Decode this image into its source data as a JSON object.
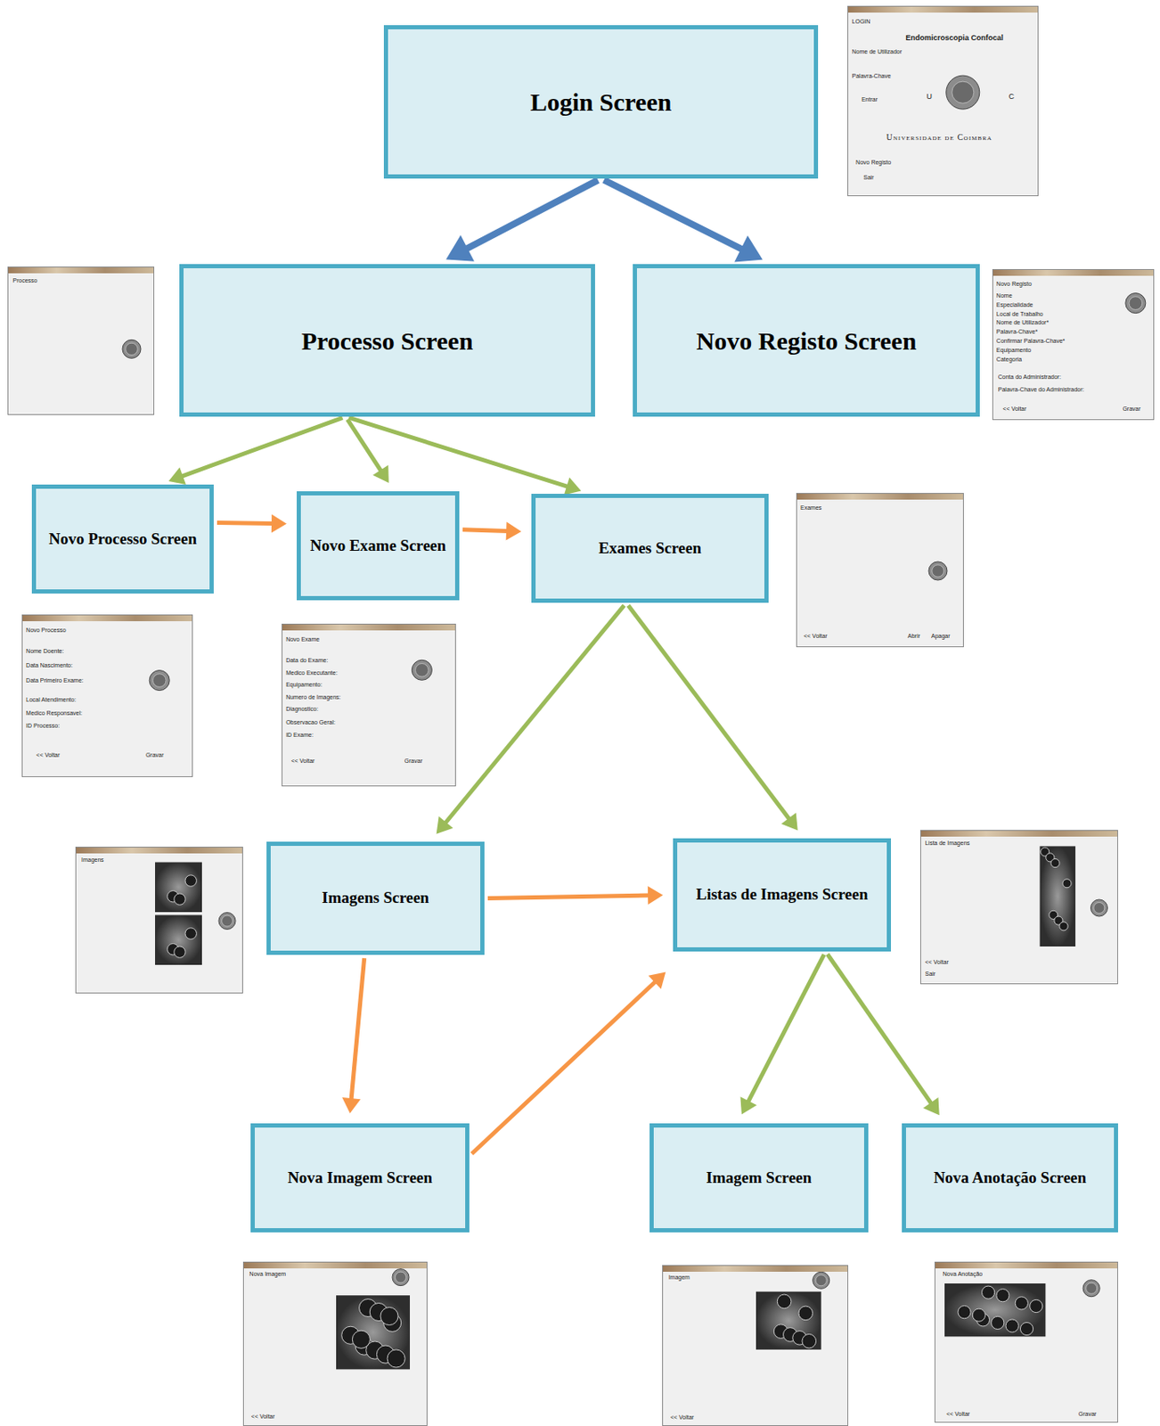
{
  "diagram": {
    "nodes": [
      {
        "text": [
          "Login Screen"
        ]
      },
      {
        "text": [
          "Processo Screen"
        ]
      },
      {
        "text": [
          "Novo Registo Screen"
        ]
      },
      {
        "text": [
          "Novo Processo Screen"
        ]
      },
      {
        "text": [
          "Novo Exame Screen"
        ]
      },
      {
        "text": [
          "Exames Screen"
        ]
      },
      {
        "text": [
          "Imagens Screen"
        ]
      },
      {
        "text": [
          "Listas de Imagens Screen"
        ]
      },
      {
        "text": [
          "Nova Imagem Screen"
        ]
      },
      {
        "text": [
          "Imagem Screen"
        ]
      },
      {
        "text": [
          "Nova Anotação Screen"
        ]
      }
    ],
    "edges": [
      {
        "from": 0,
        "to": 1,
        "arrow": "to"
      },
      {
        "from": 0,
        "to": 2,
        "arrow": "to"
      },
      {
        "from": 1,
        "to": 3,
        "arrow": "to"
      },
      {
        "from": 1,
        "to": 4,
        "arrow": "to"
      },
      {
        "from": 1,
        "to": 5,
        "arrow": "to"
      },
      {
        "from": 3,
        "to": 4,
        "arrow": "to"
      },
      {
        "from": 4,
        "to": 5,
        "arrow": "to"
      },
      {
        "from": 5,
        "to": 6,
        "arrow": "to"
      },
      {
        "from": 5,
        "to": 7,
        "arrow": "to"
      },
      {
        "from": 6,
        "to": 7,
        "arrow": "to"
      },
      {
        "from": 6,
        "to": 8,
        "arrow": "to"
      },
      {
        "from": 8,
        "to": 7,
        "arrow": "to"
      },
      {
        "from": 7,
        "to": 9,
        "arrow": "to"
      },
      {
        "from": 7,
        "to": 10,
        "arrow": "to"
      }
    ],
    "labels": [
      "LOGIN",
      "Endomicroscopia Confocal",
      "Nome de Utilizador",
      "Palavra-Chave",
      "Entrar",
      "U",
      "C",
      "Universidade de Coimbra",
      "Novo Registo",
      "Sair",
      "Processo",
      "Novo Registo",
      "Nome",
      "Especialidade",
      "Local de Trabalho",
      "Nome de Utilizador*",
      "Palavra-Chave*",
      "Confirmar Palavra-Chave*",
      "Equipamento",
      "Categoria",
      "Conta do Administrador:",
      "Palavra-Chave do Administrador:",
      "<< Voltar",
      "Gravar",
      "Exames",
      "<< Voltar",
      "Abrir",
      "Apagar",
      "Novo Processo",
      "Nome Doente:",
      "Data Nascimento:",
      "Data Primeiro Exame:",
      "Local Atendimento:",
      "Medico Responsavel:",
      "ID Processo:",
      "<< Voltar",
      "Gravar",
      "Novo Exame",
      "Data do Exame:",
      "Medico Executante:",
      "Equipamento:",
      "Numero de Imagens:",
      "Diagnostico:",
      "Observacao Geral:",
      "ID Exame:",
      "<< Voltar",
      "Gravar",
      "Imagens",
      "Lista de Imagens",
      "<< Voltar",
      "Sair",
      "Nova Imagem",
      "<< Voltar",
      "Imagem",
      "<< Voltar",
      "Nova Anotação",
      "<< Voltar",
      "Gravar"
    ]
  }
}
